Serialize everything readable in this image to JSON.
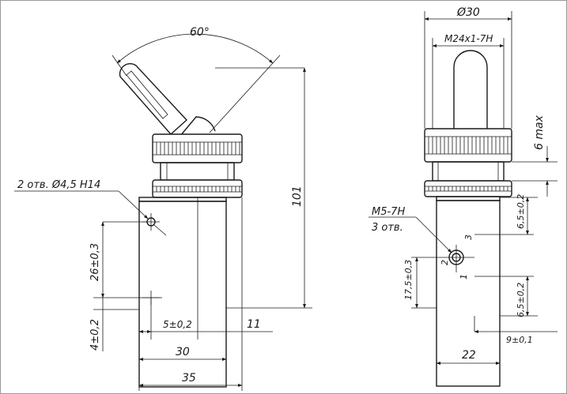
{
  "left_view": {
    "angle_label": "60°",
    "hole_callout": "2 отв. Ø4,5 H14",
    "height_overall": "101",
    "dim_26": "26±0,3",
    "dim_4": "4±0,2",
    "dim_5": "5±0,2",
    "dim_11": "11",
    "dim_30": "30",
    "dim_35": "35"
  },
  "right_view": {
    "dia_30": "Ø30",
    "thread_main": "M24x1-7H",
    "max_6": "6 max",
    "thread_small_line1": "M5-7H",
    "thread_small_line2": "3 отв.",
    "dim_65_top": "6,5±0,2",
    "dim_175": "17,5±0,3",
    "dim_65_bottom": "6,5±0,2",
    "dim_9": "9±0,1",
    "dim_22": "22",
    "pin_1": "1",
    "pin_2": "2",
    "pin_3": "3"
  }
}
